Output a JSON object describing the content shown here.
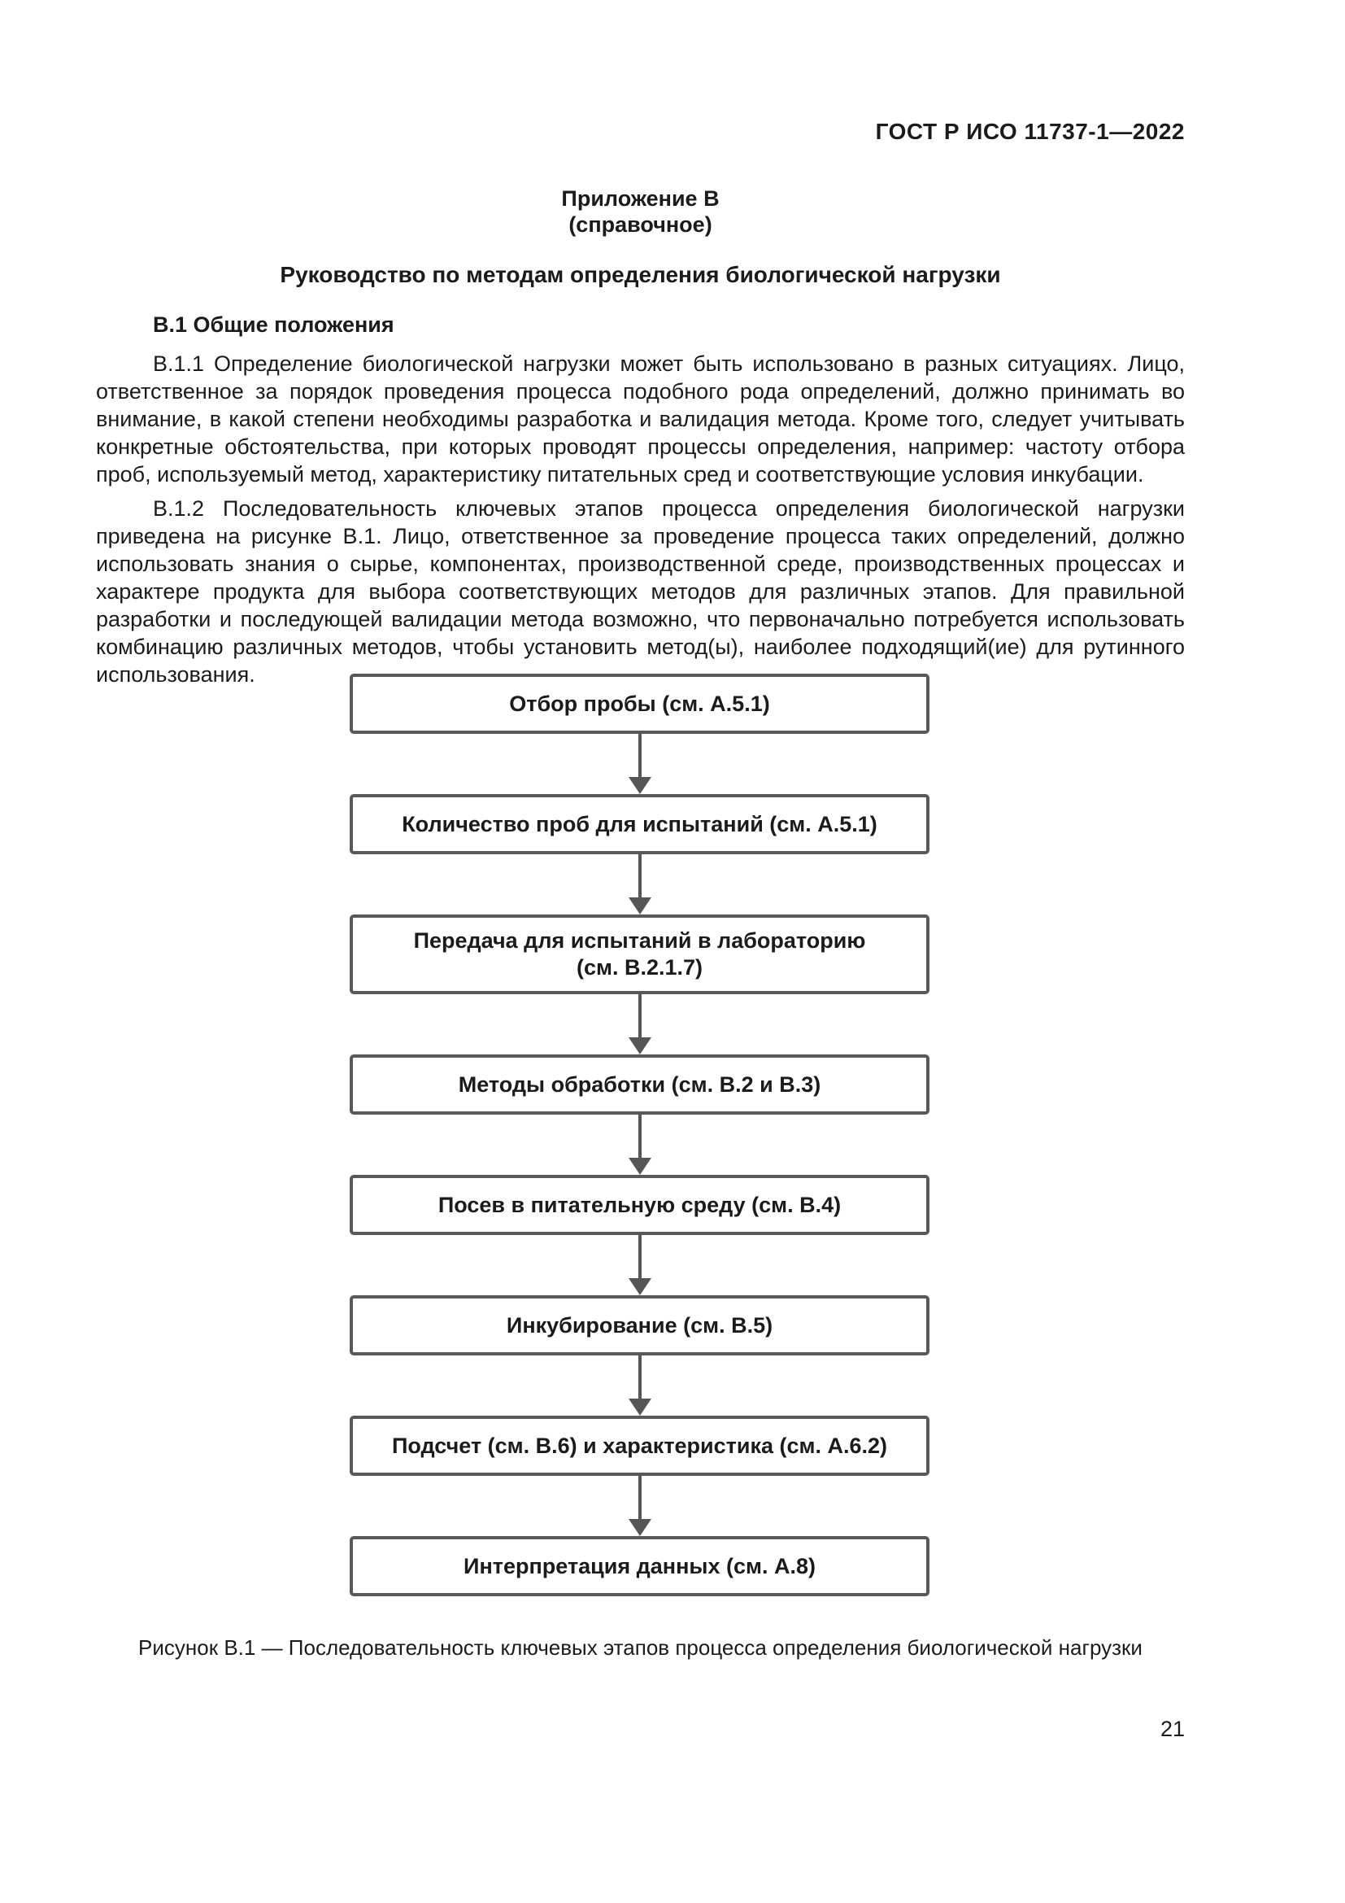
{
  "page": {
    "header": "ГОСТ Р ИСО 11737-1—2022",
    "page_number": "21"
  },
  "annex": {
    "label": "Приложение В",
    "kind": "(справочное)",
    "title": "Руководство по методам определения биологической нагрузки"
  },
  "section": {
    "heading": "В.1 Общие положения",
    "paragraph_1": "В.1.1 Определение биологической нагрузки может быть использовано в разных ситуациях. Лицо, ответственное за порядок проведения процесса подобного рода определений, должно принимать во внимание, в какой степени необходимы разработка и валидация метода. Кроме того, следует учитывать конкретные обстоятельства, при которых проводят процессы определения, например: частоту отбора проб, используемый метод, характеристику питательных сред и соответствующие условия инкубации.",
    "paragraph_2": "В.1.2 Последовательность ключевых этапов процесса определения биологической нагрузки приведена на рисунке В.1. Лицо, ответственное за проведение процесса таких определений, должно использовать знания о сырье, компонентах, производственной среде, производственных процессах и характере продукта для выбора соответствующих методов для различных этапов. Для правильной разработки и последующей валидации метода возможно, что первоначально потребуется использовать комбинацию различных методов, чтобы установить метод(ы), наиболее подходящий(ие) для рутинного использования."
  },
  "flowchart": {
    "steps": [
      {
        "label": "Отбор пробы (см. А.5.1)"
      },
      {
        "label": "Количество проб для испытаний (см. А.5.1)"
      },
      {
        "label": "Передача для испытаний в лабораторию\n(см. В.2.1.7)"
      },
      {
        "label": "Методы обработки (см. В.2 и В.3)"
      },
      {
        "label": "Посев в питательную среду (см. В.4)"
      },
      {
        "label": "Инкубирование (см. В.5)"
      },
      {
        "label": "Подсчет (см. В.6) и характеристика (см. А.6.2)"
      },
      {
        "label": "Интерпретация данных (см. А.8)"
      }
    ],
    "caption": "Рисунок В.1 — Последовательность ключевых этапов процесса определения биологической нагрузки"
  },
  "colors": {
    "box_border": "#58595b",
    "arrow": "#565656",
    "text": "#1b1b1b"
  }
}
